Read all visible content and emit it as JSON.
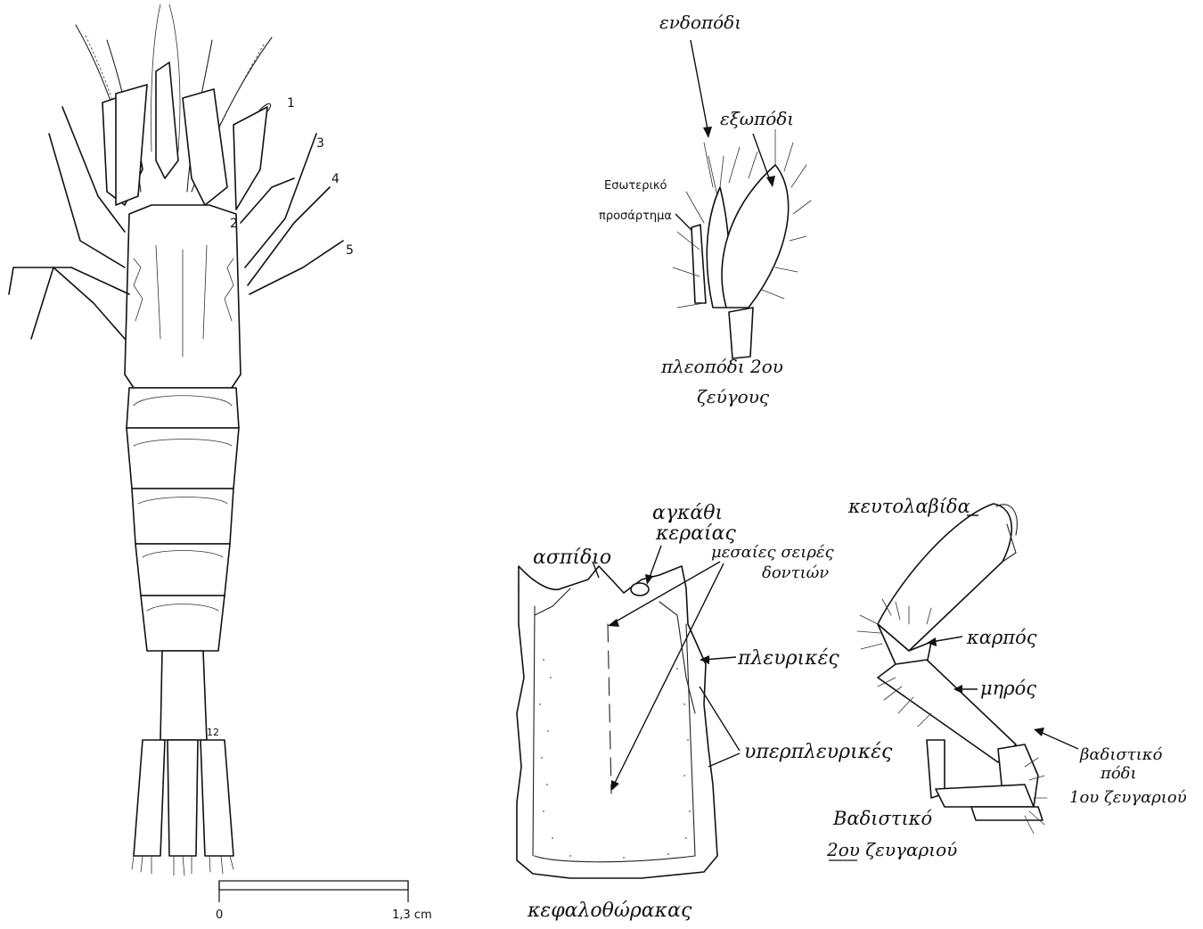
{
  "whole_animal": {
    "leg_numbers": [
      "1",
      "2",
      "3",
      "4",
      "5"
    ],
    "tail_mark": "12",
    "scale_bar": {
      "start": "0",
      "end": "1,3 cm"
    }
  },
  "pleopod": {
    "endopod": "ενδοπόδι",
    "exopod": "εξωπόδι",
    "appendix_interna_line1": "Εσωτερικό",
    "appendix_interna_line2": "προσάρτημα",
    "caption_line1": "πλεοπόδι 2ου",
    "caption_line2": "ζεύγους"
  },
  "carapace": {
    "acute_spine_line1": "αγκάθι",
    "acute_spine_line2": "κεραίας",
    "rostrum": "ασπίδιο",
    "median_rows_line1": "μεσαίες σειρές",
    "median_rows_line2": "δοντιών",
    "lateral": "πλευρικές",
    "supralateral": "υπερπλευρικές",
    "caption": "κεφαλοθώρακας"
  },
  "leg": {
    "chela": "κευτολαβίδα",
    "carpus": "καρπός",
    "merus": "μηρός",
    "walking_leg_1_line1": "βαδιστικό",
    "walking_leg_1_line2": "πόδι",
    "walking_leg_1_line3": "1ου ζευγαριού",
    "walking_leg_2_line1": "Βαδιστικό",
    "walking_leg_2_line2": "2ου ζευγαριού"
  }
}
